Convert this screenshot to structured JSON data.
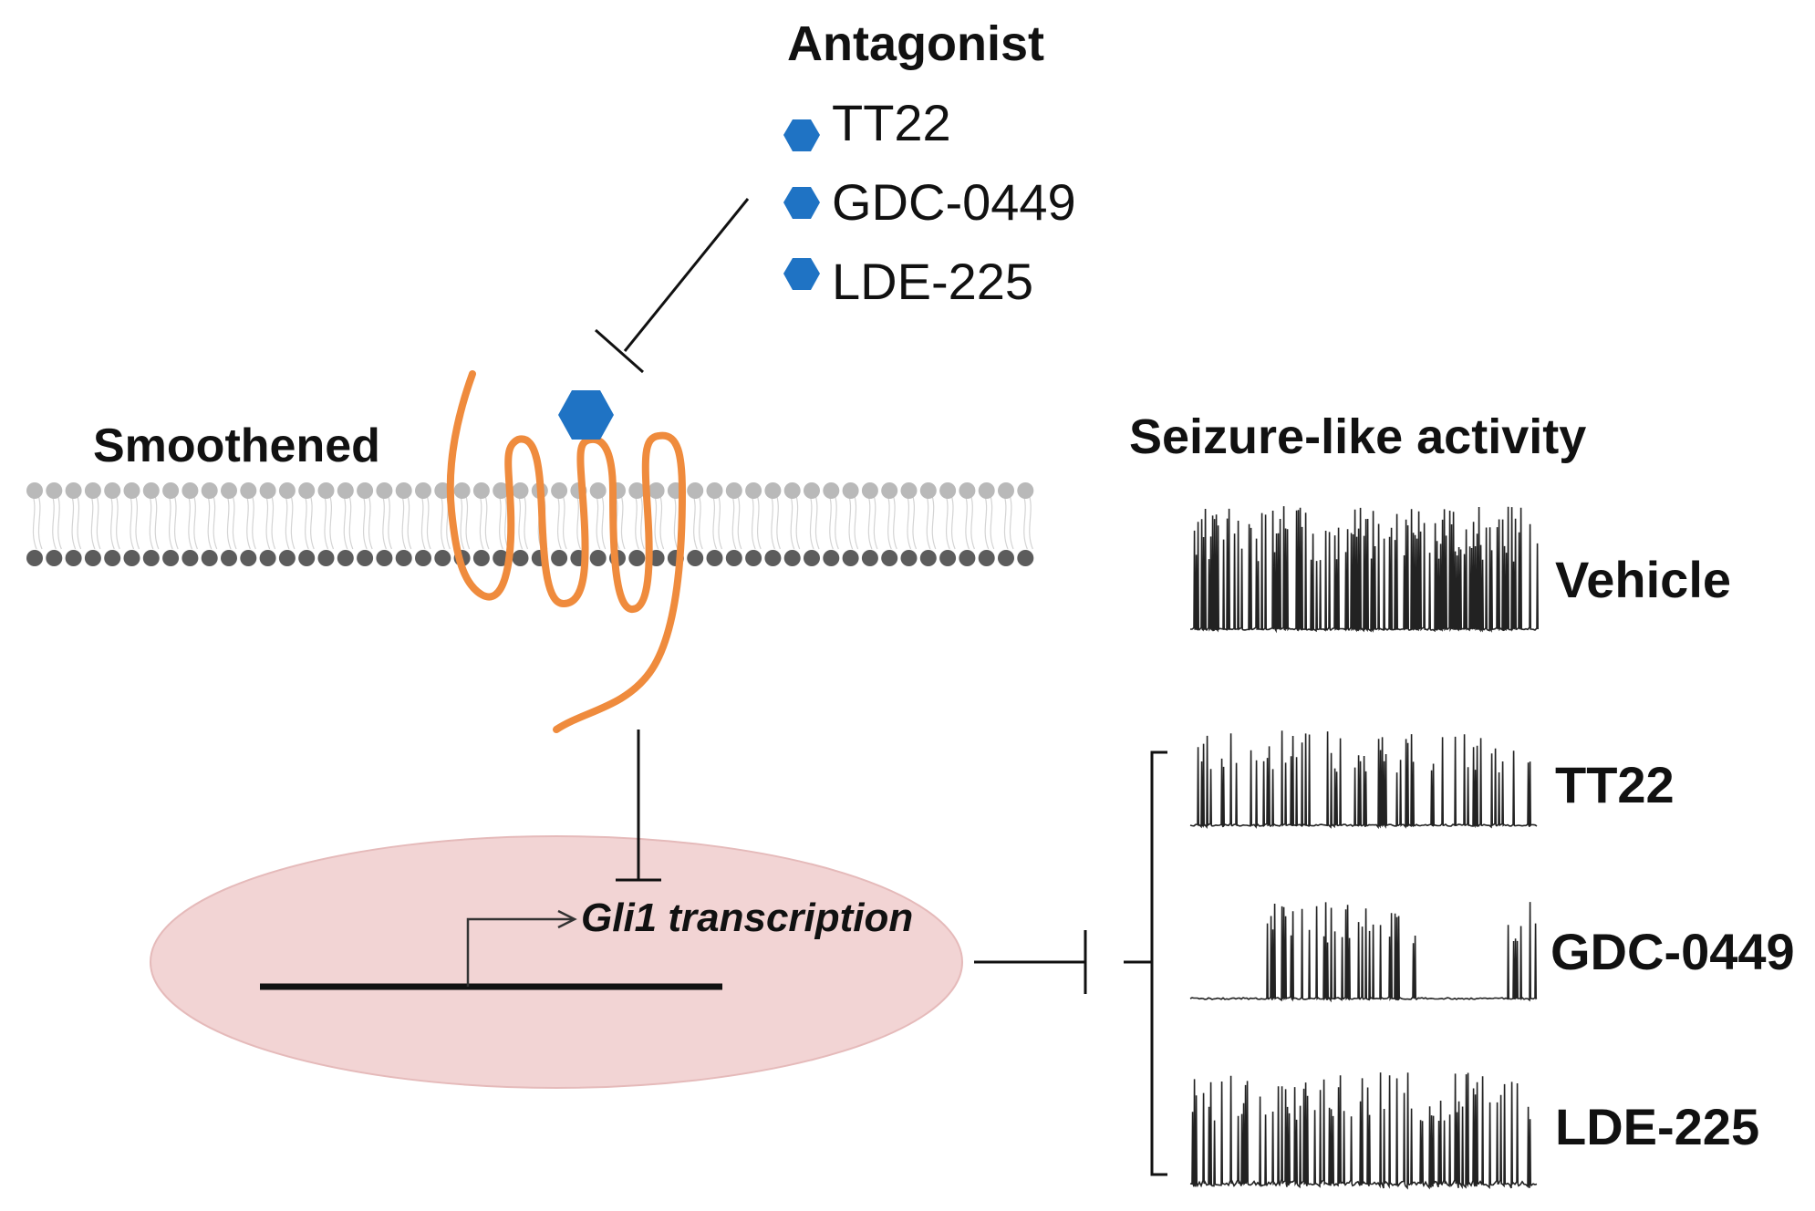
{
  "antagonist": {
    "title": "Antagonist",
    "items": [
      "TT22",
      "GDC-0449",
      "LDE-225"
    ],
    "marker_color": "#1f73c4"
  },
  "receptor": {
    "label": "Smoothened",
    "color": "#ef8b3d"
  },
  "nucleus": {
    "label": "Gli1 transcription",
    "fill_color": "#f2d4d4"
  },
  "membrane": {
    "upper_head_color": "#b9b9b9",
    "lower_head_color": "#5c5c5c"
  },
  "activity": {
    "title": "Seizure-like activity",
    "traces": [
      {
        "label": "Vehicle"
      },
      {
        "label": "TT22"
      },
      {
        "label": "GDC-0449"
      },
      {
        "label": "LDE-225"
      }
    ]
  }
}
